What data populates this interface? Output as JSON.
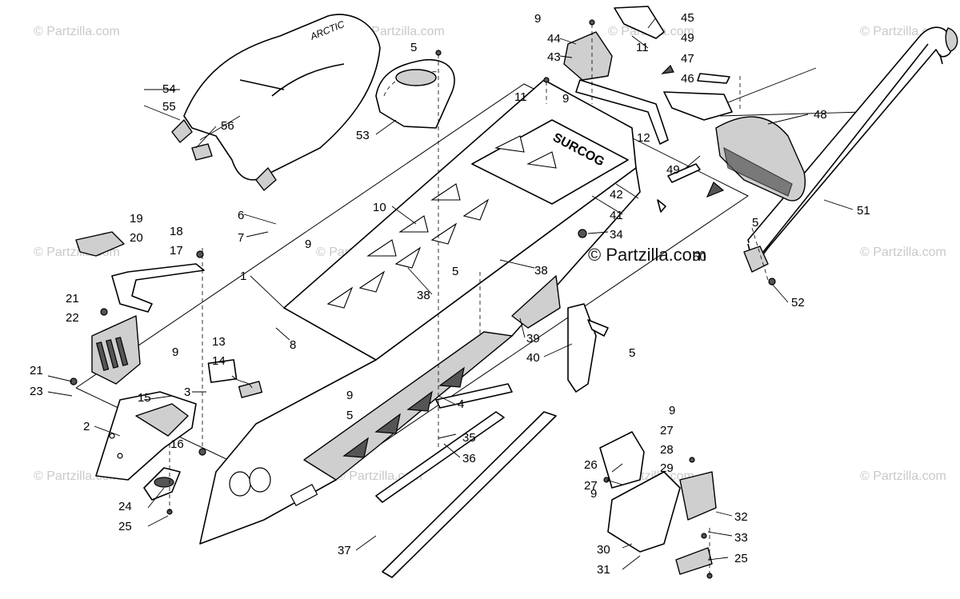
{
  "watermarks": {
    "repeat_text": "© Partzilla.com",
    "center_text": "© Partzilla.com"
  },
  "callouts": [
    {
      "id": "c1",
      "label": "1"
    },
    {
      "id": "c2",
      "label": "2"
    },
    {
      "id": "c3",
      "label": "3"
    },
    {
      "id": "c4",
      "label": "4"
    },
    {
      "id": "c5a",
      "label": "5"
    },
    {
      "id": "c5b",
      "label": "5"
    },
    {
      "id": "c5c",
      "label": "5"
    },
    {
      "id": "c5d",
      "label": "5"
    },
    {
      "id": "c5e",
      "label": "5"
    },
    {
      "id": "c6",
      "label": "6"
    },
    {
      "id": "c7",
      "label": "7"
    },
    {
      "id": "c8",
      "label": "8"
    },
    {
      "id": "c9a",
      "label": "9"
    },
    {
      "id": "c9b",
      "label": "9"
    },
    {
      "id": "c9c",
      "label": "9"
    },
    {
      "id": "c9d",
      "label": "9"
    },
    {
      "id": "c9e",
      "label": "9"
    },
    {
      "id": "c9f",
      "label": "9"
    },
    {
      "id": "c9g",
      "label": "9"
    },
    {
      "id": "c10",
      "label": "10"
    },
    {
      "id": "c11a",
      "label": "11"
    },
    {
      "id": "c11b",
      "label": "11"
    },
    {
      "id": "c12",
      "label": "12"
    },
    {
      "id": "c13",
      "label": "13"
    },
    {
      "id": "c14",
      "label": "14"
    },
    {
      "id": "c15",
      "label": "15"
    },
    {
      "id": "c16",
      "label": "16"
    },
    {
      "id": "c17",
      "label": "17"
    },
    {
      "id": "c18",
      "label": "18"
    },
    {
      "id": "c19",
      "label": "19"
    },
    {
      "id": "c20",
      "label": "20"
    },
    {
      "id": "c21a",
      "label": "21"
    },
    {
      "id": "c21b",
      "label": "21"
    },
    {
      "id": "c22",
      "label": "22"
    },
    {
      "id": "c23",
      "label": "23"
    },
    {
      "id": "c24",
      "label": "24"
    },
    {
      "id": "c25a",
      "label": "25"
    },
    {
      "id": "c25b",
      "label": "25"
    },
    {
      "id": "c26",
      "label": "26"
    },
    {
      "id": "c27a",
      "label": "27"
    },
    {
      "id": "c27b",
      "label": "27"
    },
    {
      "id": "c28",
      "label": "28"
    },
    {
      "id": "c29",
      "label": "29"
    },
    {
      "id": "c30",
      "label": "30"
    },
    {
      "id": "c31",
      "label": "31"
    },
    {
      "id": "c32",
      "label": "32"
    },
    {
      "id": "c33",
      "label": "33"
    },
    {
      "id": "c34",
      "label": "34"
    },
    {
      "id": "c35",
      "label": "35"
    },
    {
      "id": "c36",
      "label": "36"
    },
    {
      "id": "c37",
      "label": "37"
    },
    {
      "id": "c38a",
      "label": "38"
    },
    {
      "id": "c38b",
      "label": "38"
    },
    {
      "id": "c39",
      "label": "39"
    },
    {
      "id": "c40",
      "label": "40"
    },
    {
      "id": "c41",
      "label": "41"
    },
    {
      "id": "c42",
      "label": "42"
    },
    {
      "id": "c43",
      "label": "43"
    },
    {
      "id": "c44",
      "label": "44"
    },
    {
      "id": "c45",
      "label": "45"
    },
    {
      "id": "c46",
      "label": "46"
    },
    {
      "id": "c47",
      "label": "47"
    },
    {
      "id": "c48",
      "label": "48"
    },
    {
      "id": "c49a",
      "label": "49"
    },
    {
      "id": "c49b",
      "label": "49"
    },
    {
      "id": "c50",
      "label": "50"
    },
    {
      "id": "c51",
      "label": "51"
    },
    {
      "id": "c52",
      "label": "52"
    },
    {
      "id": "c53",
      "label": "53"
    },
    {
      "id": "c54",
      "label": "54"
    },
    {
      "id": "c55",
      "label": "55"
    },
    {
      "id": "c56",
      "label": "56"
    }
  ],
  "decals": {
    "tunnel_logo": "SURCOG",
    "seat_logo": "ARCTIC"
  }
}
